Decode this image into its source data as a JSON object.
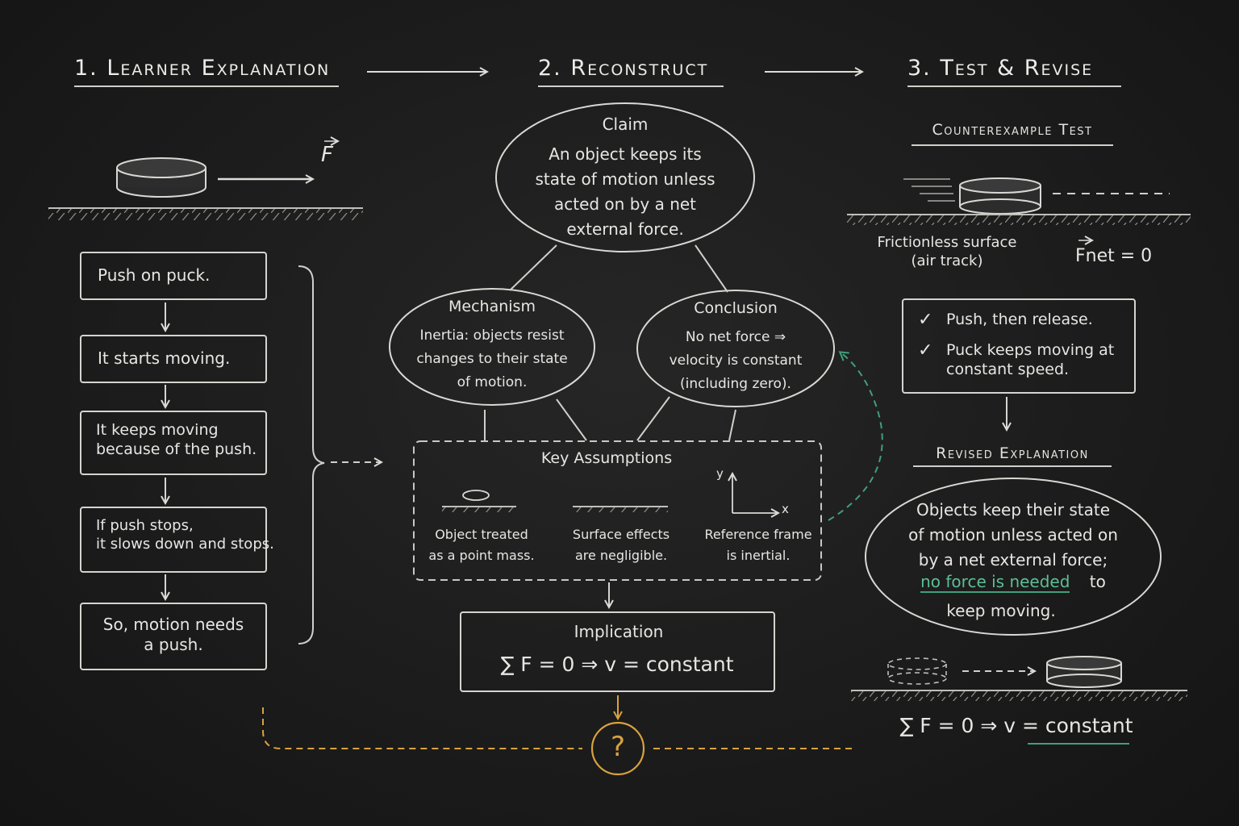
{
  "steps": {
    "step1": "1. Learner Explanation",
    "step2": "2. Reconstruct",
    "step3": "3. Test & Revise"
  },
  "learner": {
    "force_label": "F",
    "chain": [
      "Push on puck.",
      "It starts moving.",
      "It keeps moving\nbecause of the push.",
      "If push stops,\nit slows down and stops.",
      "So, motion needs\na push."
    ]
  },
  "reconstruct": {
    "claim_title": "Claim",
    "claim_text": "An object keeps its\nstate of motion unless\nacted on by a net\nexternal force.",
    "mechanism_title": "Mechanism",
    "mechanism_text": "Inertia: objects resist\nchanges to their state\nof motion.",
    "conclusion_title": "Conclusion",
    "conclusion_text": "No net force ⇒\nvelocity is constant\n(including zero).",
    "assumptions_title": "Key Assumptions",
    "assumptions": [
      "Object treated\nas a point mass.",
      "Surface effects\nare negligible.",
      "Reference frame\nis inertial."
    ],
    "axis_y": "y",
    "axis_x": "x",
    "implication_title": "Implication",
    "implication_eq": "∑ F = 0 ⇒ v = constant",
    "question_mark": "?"
  },
  "test": {
    "counter_title": "Counterexample Test",
    "surface_label": "Frictionless surface\n(air track)",
    "fnet_label": "Fnet = 0",
    "observations": [
      "Push, then release.",
      "Puck keeps moving at\nconstant speed."
    ],
    "check_glyph": "✓",
    "revised_title": "Revised Explanation",
    "revised_text_1": "Objects keep their state\nof motion unless acted on\nby a net external force;",
    "revised_highlight": "no force is needed",
    "revised_text_2": "to",
    "revised_text_3": "keep moving.",
    "final_eq": "∑ F = 0 ⇒ v = constant"
  },
  "colors": {
    "chalk": "#e6e6e3",
    "green": "#3fa07a",
    "orange": "#d9a23e",
    "board": "#1c1c1c"
  }
}
